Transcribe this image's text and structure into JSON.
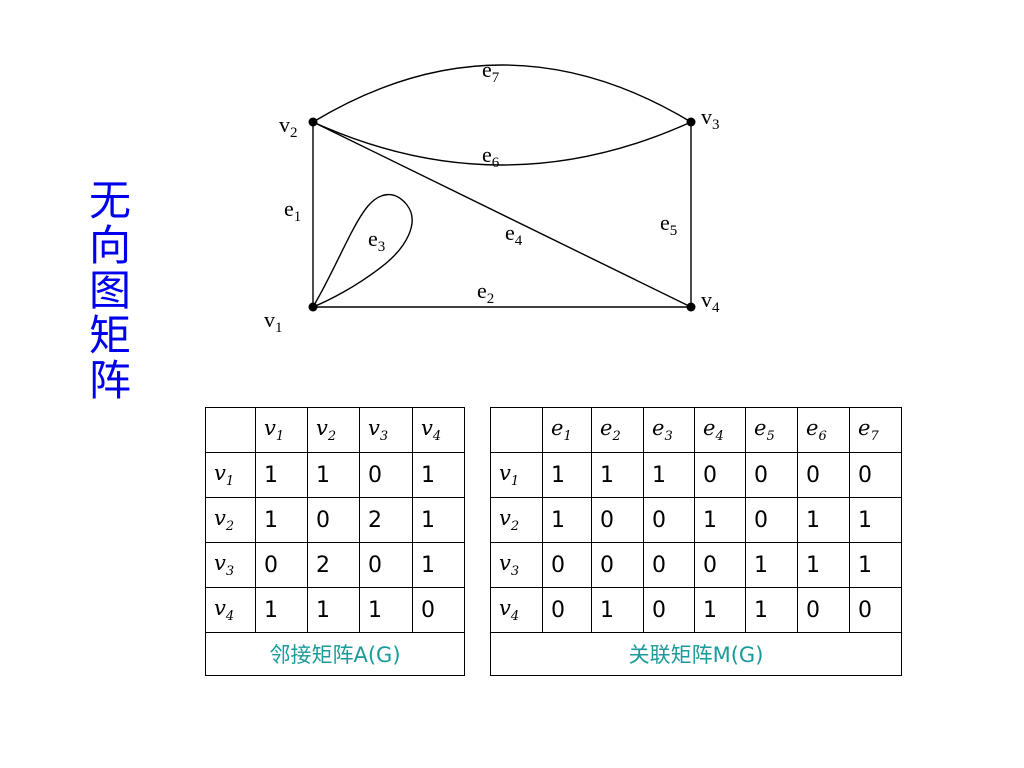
{
  "title_chars": [
    "无",
    "向",
    "图",
    "矩",
    "阵"
  ],
  "graph": {
    "vertices": [
      {
        "name": "v",
        "sub": "1"
      },
      {
        "name": "v",
        "sub": "2"
      },
      {
        "name": "v",
        "sub": "3"
      },
      {
        "name": "v",
        "sub": "4"
      }
    ],
    "edges": [
      {
        "name": "e",
        "sub": "1",
        "from": "v1",
        "to": "v2"
      },
      {
        "name": "e",
        "sub": "2",
        "from": "v1",
        "to": "v4"
      },
      {
        "name": "e",
        "sub": "3",
        "from": "v1",
        "to": "v1"
      },
      {
        "name": "e",
        "sub": "4",
        "from": "v2",
        "to": "v4"
      },
      {
        "name": "e",
        "sub": "5",
        "from": "v3",
        "to": "v4"
      },
      {
        "name": "e",
        "sub": "6",
        "from": "v2",
        "to": "v3"
      },
      {
        "name": "e",
        "sub": "7",
        "from": "v2",
        "to": "v3"
      }
    ]
  },
  "adjacency": {
    "caption": "邻接矩阵A(G)",
    "col_headers": [
      {
        "n": "v",
        "s": "1"
      },
      {
        "n": "v",
        "s": "2"
      },
      {
        "n": "v",
        "s": "3"
      },
      {
        "n": "v",
        "s": "4"
      }
    ],
    "row_headers": [
      {
        "n": "v",
        "s": "1"
      },
      {
        "n": "v",
        "s": "2"
      },
      {
        "n": "v",
        "s": "3"
      },
      {
        "n": "v",
        "s": "4"
      }
    ],
    "rows": [
      [
        "1",
        "1",
        "0",
        "1"
      ],
      [
        "1",
        "0",
        "2",
        "1"
      ],
      [
        "0",
        "2",
        "0",
        "1"
      ],
      [
        "1",
        "1",
        "1",
        "0"
      ]
    ]
  },
  "incidence": {
    "caption": "关联矩阵M(G)",
    "col_headers": [
      {
        "n": "e",
        "s": "1"
      },
      {
        "n": "e",
        "s": "2"
      },
      {
        "n": "e",
        "s": "3"
      },
      {
        "n": "e",
        "s": "4"
      },
      {
        "n": "e",
        "s": "5"
      },
      {
        "n": "e",
        "s": "6"
      },
      {
        "n": "e",
        "s": "7"
      }
    ],
    "row_headers": [
      {
        "n": "v",
        "s": "1"
      },
      {
        "n": "v",
        "s": "2"
      },
      {
        "n": "v",
        "s": "3"
      },
      {
        "n": "v",
        "s": "4"
      }
    ],
    "rows": [
      [
        "1",
        "1",
        "1",
        "0",
        "0",
        "0",
        "0"
      ],
      [
        "1",
        "0",
        "0",
        "1",
        "0",
        "1",
        "1"
      ],
      [
        "0",
        "0",
        "0",
        "0",
        "1",
        "1",
        "1"
      ],
      [
        "0",
        "1",
        "0",
        "1",
        "1",
        "0",
        "0"
      ]
    ]
  }
}
